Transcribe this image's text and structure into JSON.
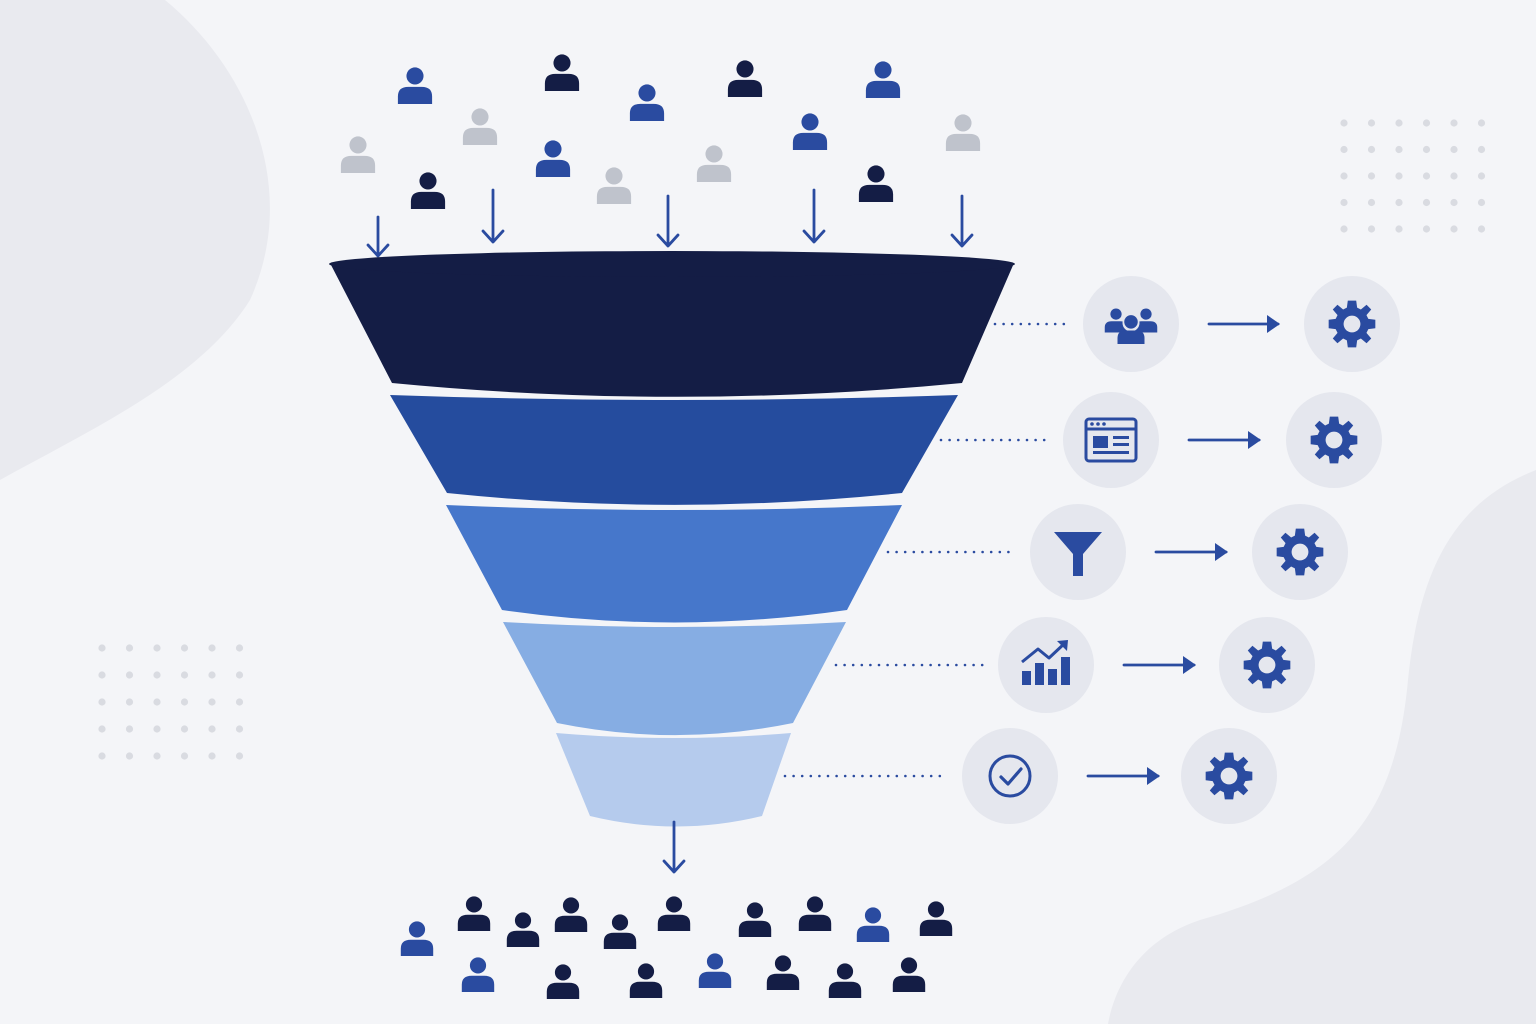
{
  "colors": {
    "background": "#f4f5f8",
    "blob": "#e9eaef",
    "dot": "#d9dbe1",
    "navy": "#141d45",
    "dark_blue": "#253f8f",
    "blue": "#2a4ba0",
    "grey_person": "#bfc3cc",
    "stage_1": "#141d45",
    "stage_2": "#254c9e",
    "stage_3": "#4677cb",
    "stage_4": "#86ade3",
    "stage_5": "#b5cbed",
    "icon_circle": "#e5e7ee",
    "icon_blue": "#2a4ba0"
  },
  "funnel": {
    "stages": [
      {
        "name": "stage-1",
        "icon": "group-icon",
        "color": "#141d45"
      },
      {
        "name": "stage-2",
        "icon": "browser-window-icon",
        "color": "#254c9e"
      },
      {
        "name": "stage-3",
        "icon": "filter-icon",
        "color": "#4677cb"
      },
      {
        "name": "stage-4",
        "icon": "growth-chart-icon",
        "color": "#86ade3"
      },
      {
        "name": "stage-5",
        "icon": "check-circle-icon",
        "color": "#b5cbed"
      }
    ],
    "stage_process_icon": "gear-icon",
    "input_icon": "person-icon",
    "output_icon": "person-icon",
    "input_arrow_icon": "arrow-down-icon",
    "output_arrow_icon": "arrow-down-icon",
    "connector_arrow_icon": "arrow-right-icon"
  }
}
